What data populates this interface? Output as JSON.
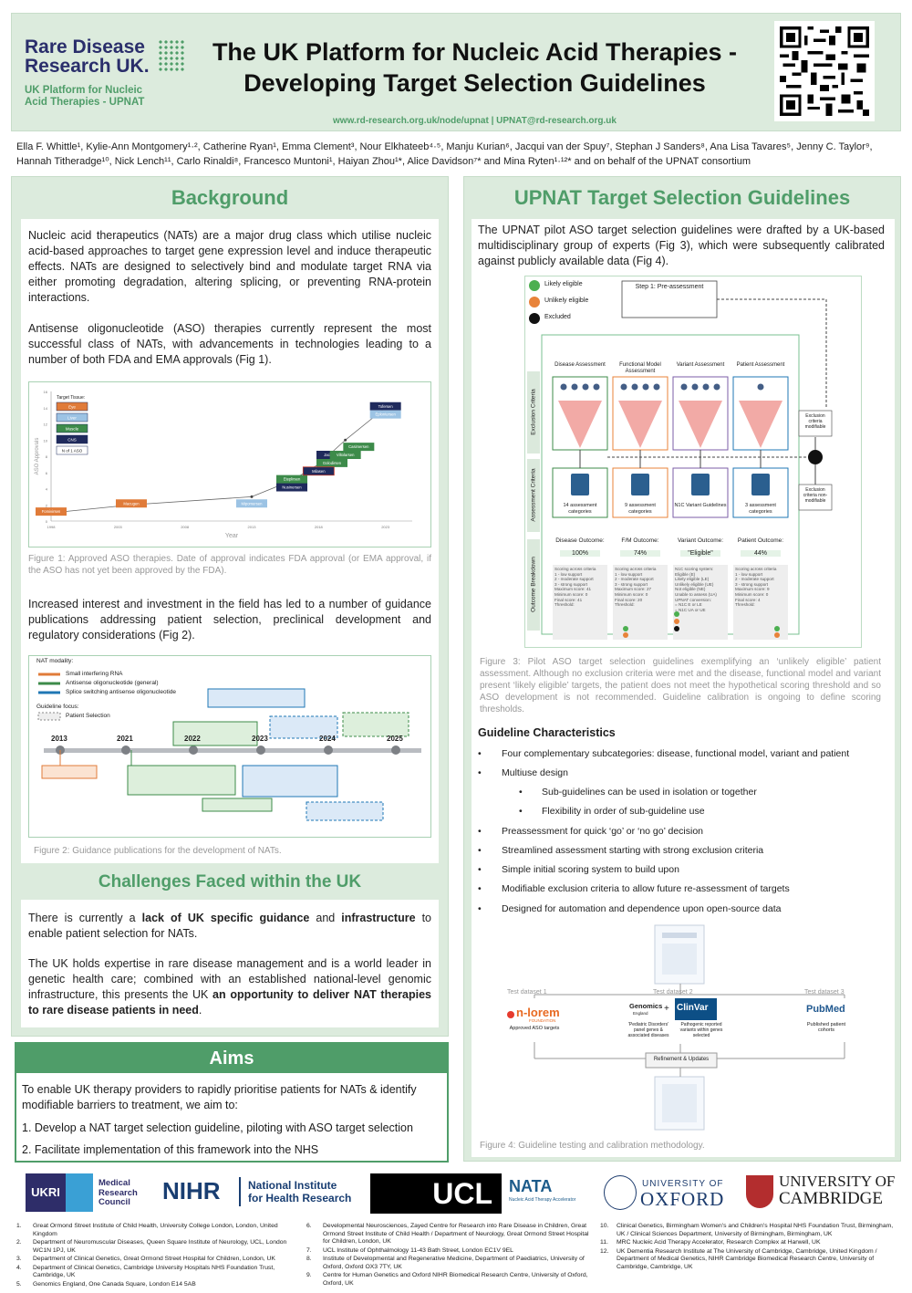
{
  "header": {
    "logo_main_line1": "Rare Disease",
    "logo_main_line2": "Research UK.",
    "logo_sub_line1": "UK Platform for Nucleic",
    "logo_sub_line2": "Acid Therapies - UPNAT",
    "title_line1": "The UK Platform for Nucleic Acid Therapies -",
    "title_line2": "Developing Target Selection Guidelines",
    "links": "www.rd-research.org.uk/node/upnat | UPNAT@rd-research.org.uk"
  },
  "authors": {
    "line1": "Ella F. Whittle¹, Kylie-Ann Montgomery¹·², Catherine Ryan¹, Emma Clement³, Nour Elkhateeb⁴·⁵, Manju Kurian⁶, Jacqui van der Spuy⁷, Stephan J Sanders⁸, Ana Lisa Tavares⁵, Jenny C. Taylor⁹,",
    "line2": "Hannah Titheradge¹⁰, Nick Lench¹¹, Carlo Rinaldi⁸, Francesco Muntoni¹, Haiyan Zhou¹*, Alice Davidson⁷* and Mina Ryten¹·¹²* and on behalf of the UPNAT consortium"
  },
  "background": {
    "title": "Background",
    "p1": "Nucleic acid therapeutics (NATs) are a major drug class which utilise nucleic acid-based approaches to target gene expression level and induce therapeutic effects. NATs are designed to selectively bind and modulate target RNA via either promoting degradation, altering splicing, or preventing RNA-protein interactions.",
    "p2": "Antisense oligonucleotide (ASO) therapies currently represent the most successful class of NATs, with advancements in technologies leading to a number of both FDA and EMA approvals (Fig 1).",
    "fig1_caption": "Figure 1: Approved ASO therapies. Date of approval indicates FDA approval (or EMA approval, if the ASO has not yet been approved by the FDA).",
    "p3": "Increased interest and investment in the field has led to a number of guidance publications addressing patient selection, preclinical development and regulatory considerations (Fig 2).",
    "fig2_caption": "Figure 2: Guidance publications for the development of NATs."
  },
  "fig1": {
    "legend_title": "Target Tissue:",
    "legend": [
      {
        "label": "Eye",
        "color": "#e07b39"
      },
      {
        "label": "Liver",
        "color": "#9cc3e4"
      },
      {
        "label": "Muscle",
        "color": "#3d8b4a"
      },
      {
        "label": "CNS",
        "color": "#1f2a5c"
      },
      {
        "label": "N of 1 ASO",
        "color": "#ffffff"
      }
    ],
    "ylabel": "ASO Approvals",
    "xlabel": "Year",
    "x_ticks": [
      "1998",
      "2003",
      "2008",
      "2013",
      "2018",
      "2023"
    ],
    "y_ticks": [
      "0",
      "2",
      "4",
      "6",
      "8",
      "10",
      "12",
      "14",
      "16"
    ],
    "drugs": [
      {
        "name": "Fomivirsen",
        "color": "#e07b39",
        "year": 1998,
        "count": 1
      },
      {
        "name": "Mipomersen",
        "color": "#9cc3e4",
        "year": 2013,
        "count": 2
      },
      {
        "name": "Macugen",
        "color": "#e07b39",
        "year": 2004,
        "count": 2
      },
      {
        "name": "Nusinersen",
        "color": "#1f2a5c",
        "year": 2016,
        "count": 4
      },
      {
        "name": "Eteplirsen",
        "color": "#3d8b4a",
        "year": 2016,
        "count": 5
      },
      {
        "name": "Inotersen",
        "color": "#9cc3e4",
        "year": 2018,
        "count": 6
      },
      {
        "name": "Golodirsen",
        "color": "#3d8b4a",
        "year": 2019,
        "count": 7
      },
      {
        "name": "Jacifusen",
        "color": "#1f2a5c",
        "year": 2019,
        "count": 8
      },
      {
        "name": "Milasen",
        "color": "#1f2a5c",
        "year": 2018,
        "count": 6
      },
      {
        "name": "Viltolarsen",
        "color": "#3d8b4a",
        "year": 2020,
        "count": 8
      },
      {
        "name": "Casimersen",
        "color": "#3d8b4a",
        "year": 2021,
        "count": 9
      },
      {
        "name": "Tofersen",
        "color": "#1f2a5c",
        "year": 2023,
        "count": 14
      },
      {
        "name": "Eplontersen",
        "color": "#9cc3e4",
        "year": 2023,
        "count": 13
      }
    ]
  },
  "fig2": {
    "legend_modality": "NAT modality:",
    "modalities": [
      {
        "label": "Small interfering RNA",
        "color": "#e07b39"
      },
      {
        "label": "Antisense oligonucleotide (general)",
        "color": "#3d8b4a"
      },
      {
        "label": "Splice switching antisense oligonucleotide",
        "color": "#1f77b4"
      }
    ],
    "legend_focus": "Guideline focus:",
    "focus": "Patient Selection",
    "years": [
      "2013",
      "2021",
      "2022",
      "2023",
      "2024",
      "2025"
    ]
  },
  "challenges": {
    "title": "Challenges Faced within the UK",
    "p1_a": "There is currently a ",
    "p1_b": "lack of UK specific guidance",
    "p1_c": " and ",
    "p1_d": "infrastructure",
    "p1_e": " to enable patient selection for NATs.",
    "p2_a": "The UK holds expertise in rare disease management and is a world leader in genetic health care; combined with an established national-level genomic infrastructure, this presents the UK ",
    "p2_b": "an opportunity to deliver NAT therapies to rare disease patients in need",
    "p2_c": "."
  },
  "aims": {
    "title": "Aims",
    "intro": "To enable UK therapy providers to rapidly prioritise patients for NATs & identify modifiable barriers to treatment, we aim to:",
    "item1": "1.   Develop a NAT target selection guideline, piloting with ASO target selection",
    "item2": "2.   Facilitate implementation of this framework into the NHS"
  },
  "upnat": {
    "title": "UPNAT Target Selection Guidelines",
    "intro": "The UPNAT pilot ASO target selection guidelines were drafted by a UK-based multidisciplinary group of experts (Fig 3), which were subsequently calibrated against publicly available data (Fig 4).",
    "fig3_caption": "Figure 3: Pilot ASO target selection guidelines exemplifying an ‘unlikely eligible’ patient assessment. Although no exclusion criteria were met and the disease, functional model and variant present ‘likely eligible’ targets, the patient does not meet the hypothetical scoring threshold and so ASO development is not recommended. Guideline calibration is ongoing to define scoring thresholds.",
    "characteristics_title": "Guideline Characteristics",
    "bullets": [
      "Four complementary subcategories: disease, functional model, variant and patient",
      "Multiuse design",
      "Sub-guidelines can be used in isolation or together",
      "Flexibility in order of sub-guideline use",
      "Preassessment for quick ‘go’ or ‘no go’ decision",
      "Streamlined assessment starting with strong exclusion criteria",
      "Simple initial scoring system to build upon",
      "Modifiable exclusion criteria to allow future re-assessment of targets",
      "Designed for automation and dependence upon open-source data"
    ],
    "fig4_caption": "Figure 4: Guideline testing and calibration methodology."
  },
  "fig3": {
    "legend": [
      {
        "label": "Likely eligible",
        "color": "#4caf50"
      },
      {
        "label": "Unlikely eligible",
        "color": "#e8833a"
      },
      {
        "label": "Excluded",
        "color": "#111111"
      }
    ],
    "step1": "Step 1: Pre-assessment",
    "exclusion_label": "Exclusion Criteria",
    "assessment_label": "Assessment Criteria",
    "outcome_label": "Outcome Breakdown",
    "excl_modifiable": "Exclusion criteria modifiable",
    "excl_nonmodifiable": "Exclusion criteria non-modifiable",
    "columns": [
      {
        "head": "Disease Assessment",
        "cat": "14 assessment categories",
        "outcome_label": "Disease Outcome:",
        "outcome": "100%",
        "score_head": "Scoring across criteria",
        "score_lines": [
          "1 - low support",
          "2 - moderate support",
          "3 - strong support"
        ],
        "max": "Maximum score: 41",
        "min": "Minimum score: 0",
        "final": "Final score: 41",
        "th": "Threshold: ",
        "frame": "#3d8b4a"
      },
      {
        "head": "Functional Model Assessment",
        "cat": "9 assessment categories",
        "outcome_label": "F/M Outcome:",
        "outcome": "74%",
        "score_head": "Scoring across criteria",
        "score_lines": [
          "1 - low support",
          "2 - moderate support",
          "3 - strong support"
        ],
        "max": "Maximum score: 27",
        "min": "Minimum score: 0",
        "final": "Final score: 20",
        "th": "Threshold: ",
        "frame": "#e8833a"
      },
      {
        "head": "Variant Assessment",
        "cat": "N1C Variant Guidelines",
        "outcome_label": "Variant Outcome:",
        "outcome": "\"Eligible\"",
        "score_head": "N1C scoring system:",
        "score_lines": [
          "Eligible (E)",
          "Likely eligible (LE)",
          "Unlikely eligible (UE)",
          "Not eligible (NE)",
          "Unable to assess (UA)"
        ],
        "max": "UPNAT conversion:",
        "min": "",
        "final": "= N1C E or LE",
        "th": "= N1C UA or UE",
        "frame": "#7b5ea7"
      },
      {
        "head": "Patient Assessment",
        "cat": "3 assessment categories",
        "outcome_label": "Patient Outcome:",
        "outcome": "44%",
        "score_head": "Scoring across criteria",
        "score_lines": [
          "1 - low support",
          "2 - moderate support",
          "3 - strong support"
        ],
        "max": "Maximum score: 9",
        "min": "Minimum score: 0",
        "final": "Final score: 4",
        "th": "Threshold: ",
        "frame": "#1f77b4"
      }
    ]
  },
  "fig4": {
    "dataset1": "Test dataset 1",
    "dataset2": "Test dataset 2",
    "dataset3": "Test dataset 3",
    "nlorem": "n-lorem",
    "nlorem_sub": "FOUNDATION",
    "nlorem_desc": "Approved ASO targets",
    "genomics": "Genomics",
    "genomics_sub": "England",
    "clinvar": "ClinVar",
    "genomics_desc": "'Pediatric Disorders' panel genes & associated diseases",
    "clinvar_desc": "Pathogenic reported variants within genes selected",
    "pubmed": "PubMed",
    "pubmed_desc": "Published patient cohorts",
    "refine": "Refinement & Updates"
  },
  "logos": {
    "ukri": "UKRI",
    "mrc": "Medical Research Council",
    "nihr": "NIHR",
    "nihr_full": "National Institute for Health Research",
    "ucl": "UCL",
    "nata": "NATA",
    "nata_sub": "Nucleic Acid Therapy Accelerator",
    "oxford_top": "UNIVERSITY OF",
    "oxford": "OXFORD",
    "cambridge_top": "UNIVERSITY OF",
    "cambridge": "CAMBRIDGE"
  },
  "refs": {
    "col1": [
      {
        "n": "1.",
        "t": "Great Ormond Street Institute of Child Health, University College London, London, United Kingdom"
      },
      {
        "n": "2.",
        "t": "Department of Neuromuscular Diseases, Queen Square Institute of Neurology, UCL, London WC1N 1PJ, UK"
      },
      {
        "n": "3.",
        "t": "Department of Clinical Genetics, Great Ormond Street Hospital for Children, London, UK"
      },
      {
        "n": "4.",
        "t": "Department of Clinical Genetics, Cambridge University Hospitals NHS Foundation Trust, Cambridge, UK"
      },
      {
        "n": "5.",
        "t": "Genomics England, One Canada Square, London E14 5AB"
      }
    ],
    "col2": [
      {
        "n": "6.",
        "t": "Developmental Neurosciences, Zayed Centre for Research into Rare Disease in Children, Great Ormond Street Institute of Child Health / Department of Neurology, Great Ormond Street Hospital for Children, London, UK"
      },
      {
        "n": "7.",
        "t": "UCL Institute of Ophthalmology 11-43 Bath Street, London EC1V 9EL"
      },
      {
        "n": "8.",
        "t": "Institute of Developmental and Regenerative Medicine, Department of Paediatrics, University of Oxford, Oxford OX3 7TY, UK"
      },
      {
        "n": "9.",
        "t": "Centre for Human Genetics and Oxford NIHR Biomedical Research Centre, University of Oxford, Oxford, UK"
      }
    ],
    "col3": [
      {
        "n": "10.",
        "t": "Clinical Genetics, Birmingham Women's and Children's Hospital NHS Foundation Trust, Birmingham, UK / Clinical Sciences Department, University of Birmingham, Birmingham, UK"
      },
      {
        "n": "11.",
        "t": "MRC Nucleic Acid Therapy Accelerator, Research Complex at Harwell, UK"
      },
      {
        "n": "12.",
        "t": "UK Dementia Research Institute at The University of Cambridge, Cambridge, United Kingdom / Department of Medical Genetics, NIHR Cambridge Biomedical Research Centre, University of Cambridge, Cambridge, UK"
      }
    ]
  }
}
